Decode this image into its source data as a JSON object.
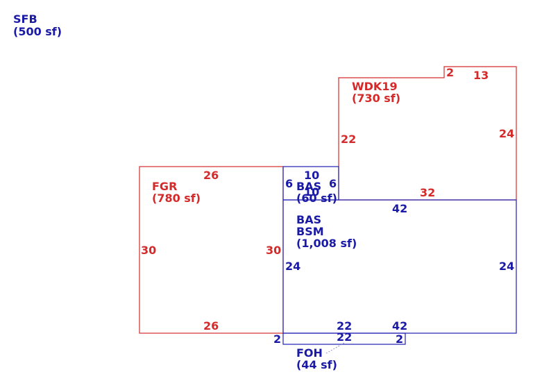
{
  "colors": {
    "blue": "#1a1aa6",
    "red": "#d42a2a"
  },
  "summary": {
    "code": "SFB",
    "area": "(500 sf)"
  },
  "areas": {
    "wdk": {
      "code": "WDK19",
      "area": "(730 sf)"
    },
    "fgr": {
      "code": "FGR",
      "area": "(780 sf)"
    },
    "bas_small": {
      "code": "BAS",
      "area": "(60 sf)"
    },
    "bas_main": {
      "code": "BAS",
      "code2": "BSM",
      "area": "(1,008 sf)"
    },
    "foh": {
      "code": "FOH",
      "area": "(44 sf)"
    }
  },
  "dims": {
    "wdk_step": "2",
    "wdk_top": "13",
    "wdk_left": "22",
    "wdk_right": "24",
    "wdk_bottom": "32",
    "fgr_top": "26",
    "fgr_left": "30",
    "fgr_right": "30",
    "fgr_bottom": "26",
    "bas_small_top": "10",
    "bas_small_left": "6",
    "bas_small_right": "6",
    "bas_small_bottom": "10",
    "bsm_top": "42",
    "bsm_left": "24",
    "bsm_right": "24",
    "bsm_bottom_a": "22",
    "bsm_bottom_b": "42",
    "foh_left": "2",
    "foh_top": "22",
    "foh_right": "2"
  }
}
